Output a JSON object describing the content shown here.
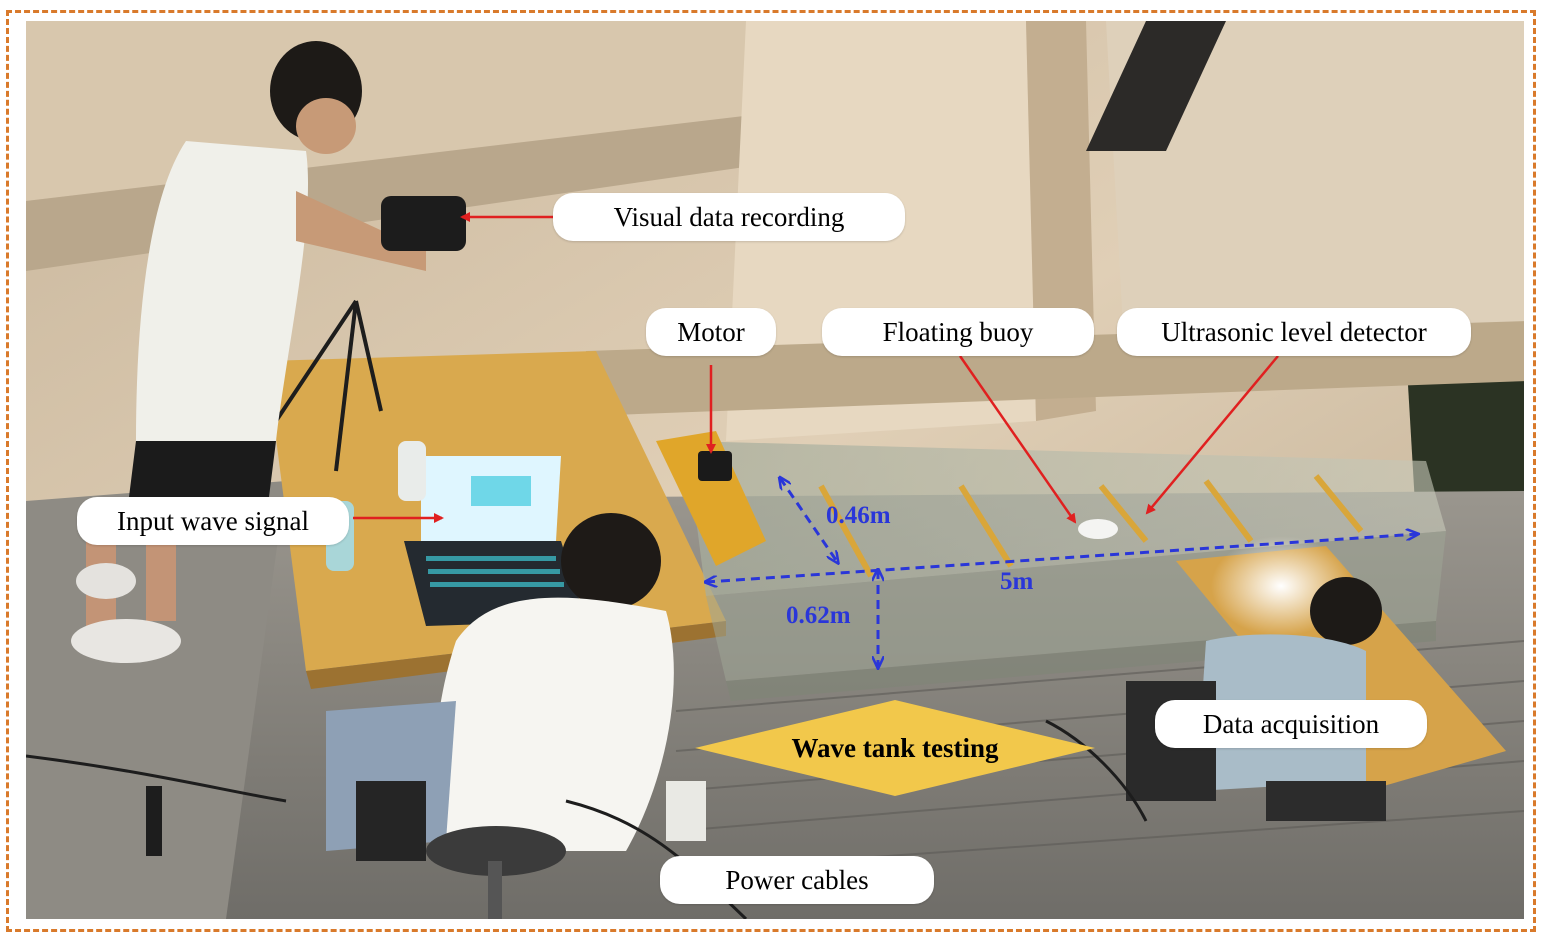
{
  "labels": {
    "visual_data_recording": "Visual data recording",
    "motor": "Motor",
    "floating_buoy": "Floating buoy",
    "ultrasonic_level_detector": "Ultrasonic level detector",
    "input_wave_signal": "Input wave signal",
    "data_acquisition": "Data acquisition",
    "power_cables": "Power cables"
  },
  "dimensions": {
    "width": "0.46m",
    "length": "5m",
    "depth": "0.62m"
  },
  "title": "Wave tank testing",
  "colors": {
    "frame": "#d97a2b",
    "arrow": "#e02020",
    "dimension": "#2a36d9",
    "title_fill": "#f2c84b"
  }
}
